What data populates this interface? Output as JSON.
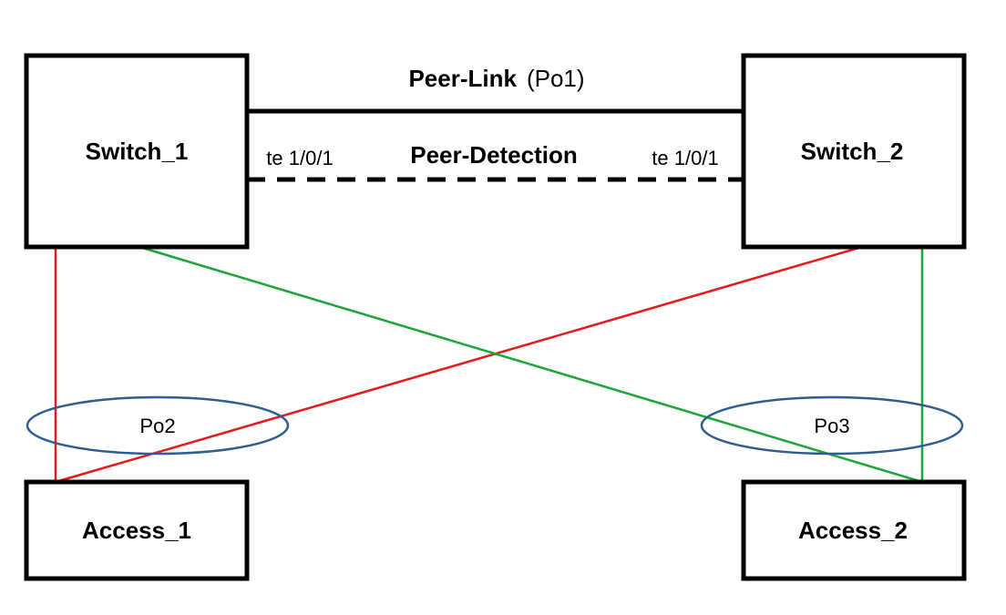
{
  "nodes": {
    "switch_1": "Switch_1",
    "switch_2": "Switch_2",
    "access_1": "Access_1",
    "access_2": "Access_2"
  },
  "links": {
    "peer_link": {
      "name": "Peer-Link",
      "suffix": "(Po1)"
    },
    "peer_detection": {
      "name": "Peer-Detection",
      "left_port": "te 1/0/1",
      "right_port": "te 1/0/1"
    }
  },
  "port_channels": {
    "left": "Po2",
    "right": "Po3"
  },
  "colors": {
    "red_link": "#e3191c",
    "green_link": "#1aa63a",
    "ellipse": "#2e5c93",
    "box": "#000000"
  }
}
